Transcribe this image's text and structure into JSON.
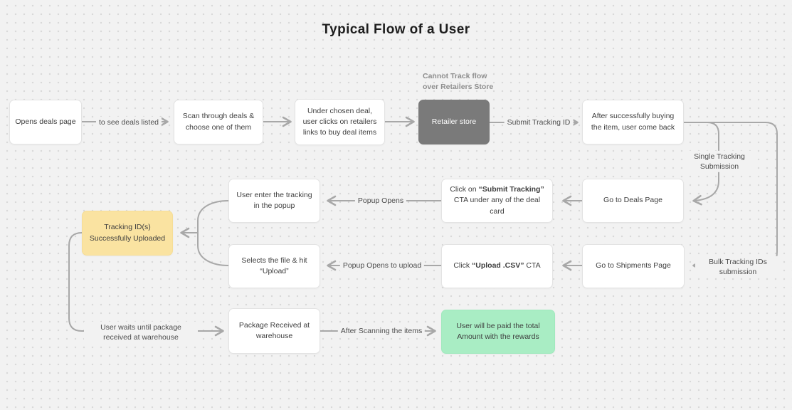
{
  "title": "Typical Flow of a User",
  "colors": {
    "canvas_bg": "#F2F2F2",
    "dot_grid": "#D9D9D9",
    "node_bg": "#FFFFFF",
    "node_border": "#E3E3E3",
    "node_text": "#3E3E3E",
    "gray_node_bg": "#7A7A7A",
    "gray_node_text": "#FFFFFF",
    "yellow_node_bg": "#FAE3A1",
    "green_node_bg": "#A9EDC4",
    "connector": "#A8A8A8",
    "note_text": "#8E8E8E"
  },
  "nodes": {
    "opens_deals": {
      "label": "Opens deals page"
    },
    "scan_deals": {
      "label": "Scan through deals & choose one of them"
    },
    "under_chosen": {
      "label": "Under chosen deal, user clicks on retailers links to buy deal items"
    },
    "retailer_store": {
      "label": "Retailer store"
    },
    "after_buying": {
      "label": "After successfully buying the item, user come back"
    },
    "go_deals": {
      "label": "Go to Deals Page"
    },
    "click_submit_tracking": {
      "pre": "Click on ",
      "bold": "“Submit Tracking”",
      "post": " CTA under any of the deal card"
    },
    "enter_tracking": {
      "label": "User enter the tracking in the popup"
    },
    "tracking_uploaded": {
      "label": "Tracking ID(s) Successfully Uploaded"
    },
    "go_shipments": {
      "label": "Go to Shipments Page"
    },
    "click_upload_csv": {
      "pre": "Click ",
      "bold": "“Upload .CSV”",
      "post": " CTA"
    },
    "selects_file": {
      "label": "Selects the file & hit “Upload”"
    },
    "package_received": {
      "label": "Package Received at warehouse"
    },
    "user_paid": {
      "label": "User will be paid the total Amount with the rewards"
    }
  },
  "edge_labels": {
    "to_see_deals": "to see deals listed",
    "submit_tracking_id": "Submit Tracking ID",
    "cannot_track_note": "Cannot Track flow over Retailers Store",
    "single_tracking": "Single Tracking Submission",
    "bulk_tracking": "Bulk Tracking IDs submission",
    "popup_opens": "Popup Opens",
    "popup_opens_upload": "Popup Opens to upload",
    "user_waits": "User waits until package received at warehouse",
    "after_scanning": "After Scanning the items"
  }
}
